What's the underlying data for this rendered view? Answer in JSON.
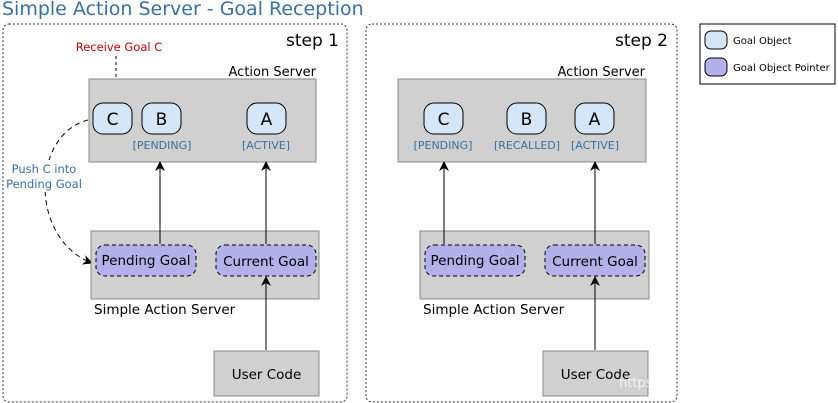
{
  "title": "Simple Action Server - Goal Reception",
  "colors": {
    "title": "#3a6fa0",
    "label_blue": "#3a6fa0",
    "label_red": "#c00000",
    "grey_box": "#d0d0d0",
    "goal_object": "#d4e6f7",
    "goal_pointer": "#b3b0ea"
  },
  "legend": {
    "goal_object": "Goal Object",
    "goal_object_pointer": "Goal Object Pointer"
  },
  "step1": {
    "label": "step 1",
    "receive_label": "Receive Goal C",
    "push_label_line1": "Push C into",
    "push_label_line2": "Pending Goal",
    "action_server_label": "Action Server",
    "goal_c": "C",
    "goal_b": "B",
    "goal_a": "A",
    "status_b": "[PENDING]",
    "status_a": "[ACTIVE]",
    "pending_goal": "Pending Goal",
    "current_goal": "Current Goal",
    "sas_label": "Simple Action Server",
    "user_code": "User Code"
  },
  "step2": {
    "label": "step 2",
    "action_server_label": "Action Server",
    "goal_c": "C",
    "goal_b": "B",
    "goal_a": "A",
    "status_c": "[PENDING]",
    "status_b": "[RECALLED]",
    "status_a": "[ACTIVE]",
    "pending_goal": "Pending Goal",
    "current_goal": "Current Goal",
    "sas_label": "Simple Action Server",
    "user_code": "User Code"
  },
  "watermark": "https"
}
